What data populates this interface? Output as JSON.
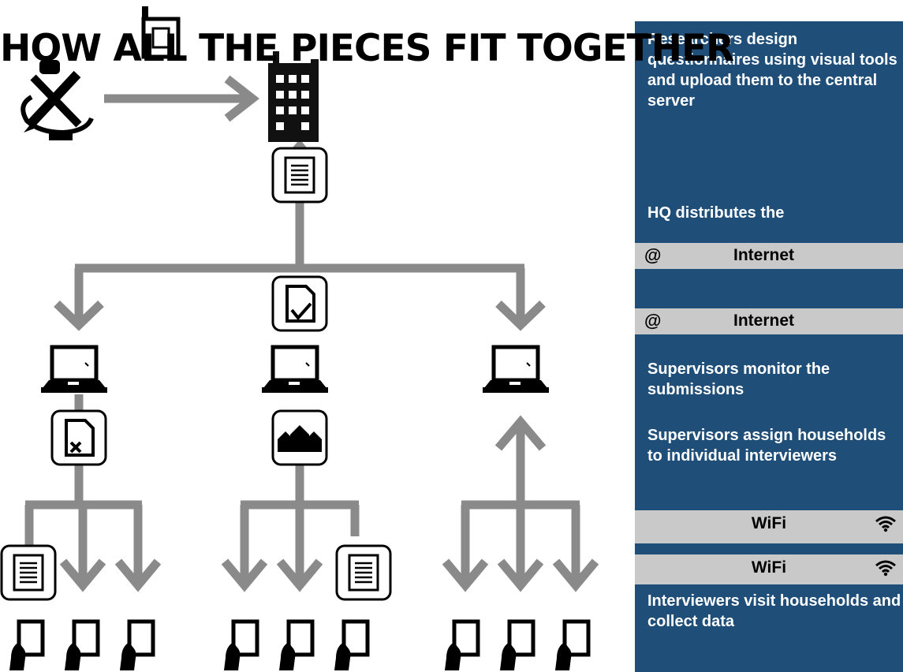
{
  "title": "HOW ALL THE PIECES FIT TOGETHER",
  "colors": {
    "panel": "#1f4e79",
    "bar": "#c9c9c9",
    "connector": "#8a8a8a"
  },
  "icons": {
    "designer": "pencil-ruler-icon",
    "hq": "building-icon",
    "laptop": "laptop-icon",
    "document": "document-icon",
    "document_check": "document-check-icon",
    "document_x": "document-x-icon",
    "houses": "houses-icon",
    "tablet": "tablet-in-hand-icon",
    "internet": "at-sign-icon",
    "wifi": "wifi-icon"
  },
  "panel": {
    "step_design": "Researchers design questionnaires using visual tools and upload them to the central server",
    "step_hq": "HQ distributes the",
    "internet_1": "Internet",
    "internet_2": "Internet",
    "step_monitor": "Supervisors monitor the submissions",
    "step_assign": "Supervisors assign households to individual interviewers",
    "wifi_1": "WiFi",
    "wifi_2": "WiFi",
    "step_visit": "Interviewers visit households and collect data",
    "at_symbol": "@"
  }
}
